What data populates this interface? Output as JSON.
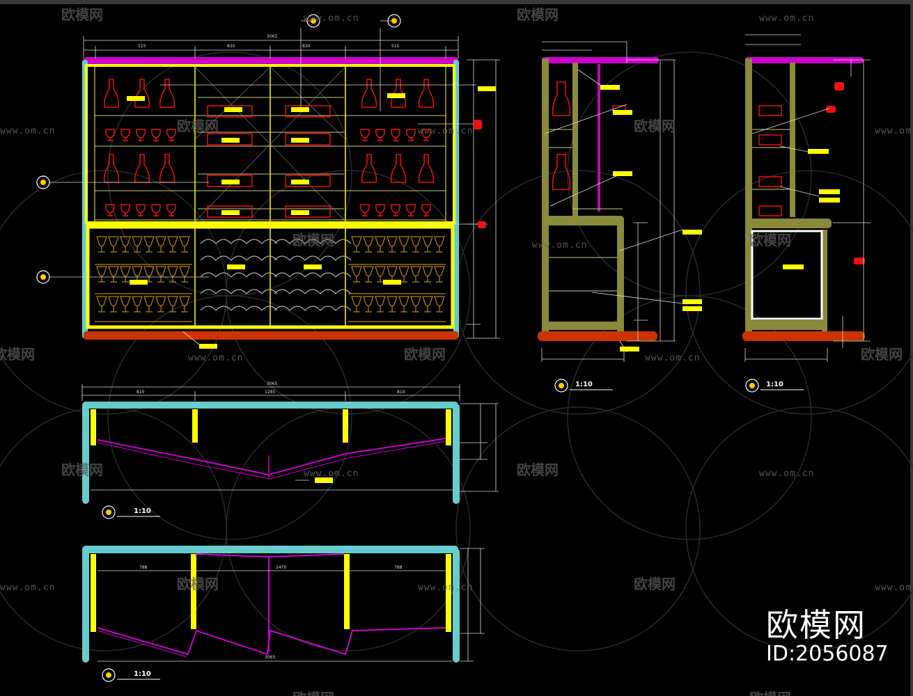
{
  "watermark": {
    "brand": "欧模网",
    "url": "www.om.cn"
  },
  "brand_badge": {
    "name": "欧模网",
    "id": "ID:2056087"
  },
  "drawings": {
    "elevation_front": {
      "dims_top": [
        "515",
        "830",
        "830",
        "515"
      ],
      "dim_total": "3065"
    },
    "section_a": {
      "scale": "1:10"
    },
    "section_b": {
      "scale": "1:10"
    },
    "plan_upper": {
      "scale": "1:10",
      "dims": [
        "810",
        "1285",
        "810"
      ],
      "dim_total": "3065"
    },
    "plan_lower": {
      "scale": "1:10",
      "dims": [
        "788",
        "2470",
        "788"
      ],
      "dim_total": "3065"
    }
  },
  "colors": {
    "background": "#000000",
    "cabinet_frame": "#ffff00",
    "side_panel": "#66cccc",
    "top_panel": "#cc00cc",
    "base": "#cc3300",
    "bottle": "#ee1111",
    "glass_rack": "#b8860b",
    "section_body": "#8a8a3a",
    "tag": "#ffff00",
    "dimension": "#dddddd"
  }
}
